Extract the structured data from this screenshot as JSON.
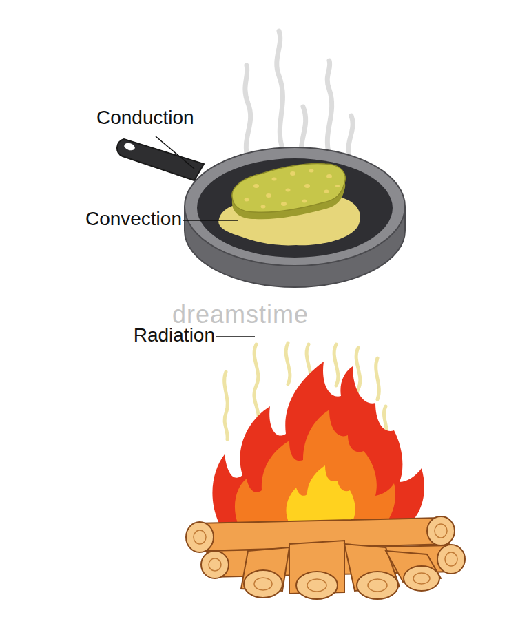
{
  "diagram": {
    "labels": [
      "Conduction",
      "Convection",
      "Radiation",
      "dreamstime"
    ]
  }
}
